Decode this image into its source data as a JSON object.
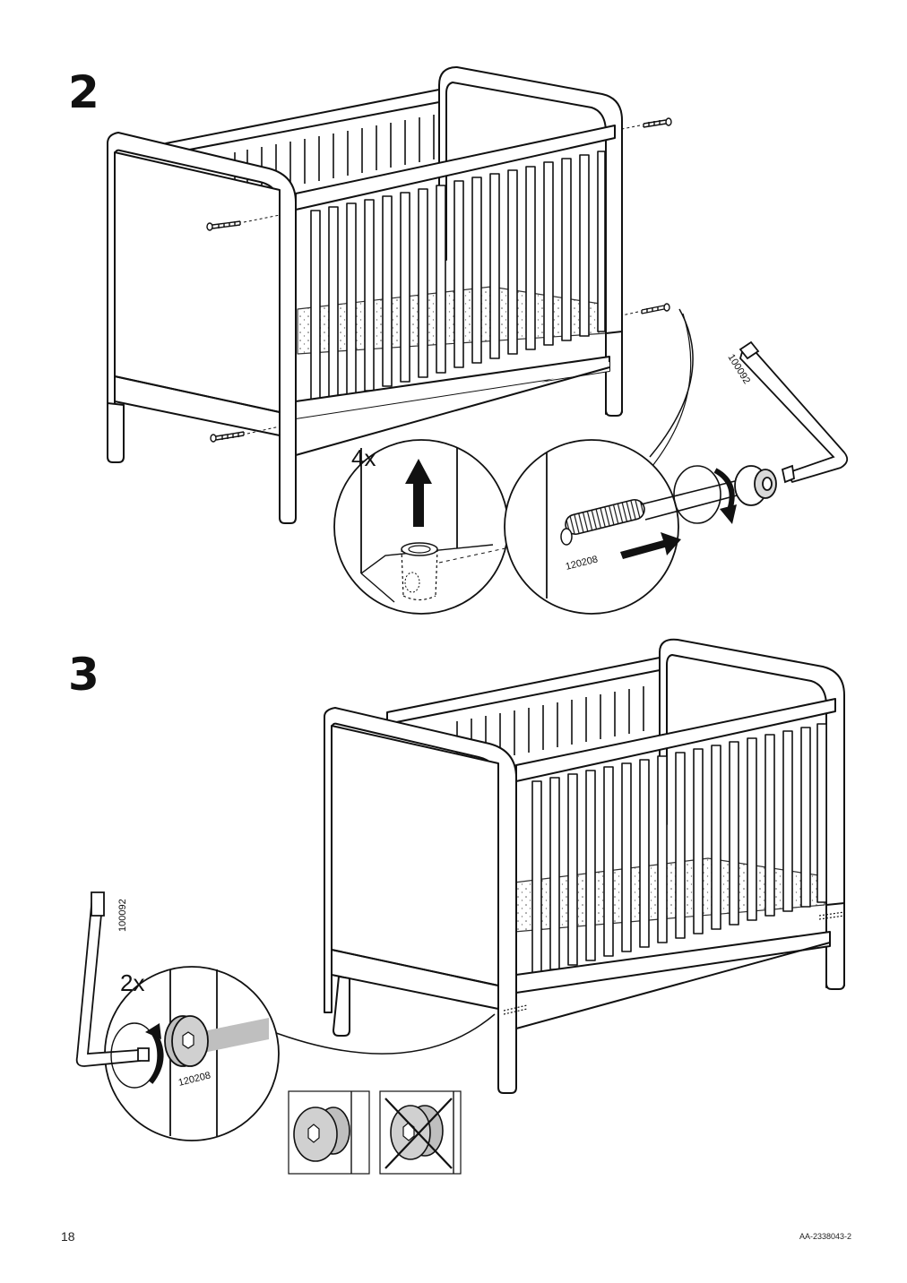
{
  "steps": [
    {
      "number": "2",
      "multiplier": "4x",
      "part_numbers": {
        "bolt": "120208",
        "allen_key": "100092"
      }
    },
    {
      "number": "3",
      "multiplier": "2x",
      "part_numbers": {
        "bolt": "120208",
        "allen_key": "100092"
      },
      "correct_example": "correct-fitting",
      "wrong_example": "incorrect-fitting"
    }
  ],
  "footer": {
    "page_number": "18",
    "doc_code": "AA-2338043-2"
  },
  "colors": {
    "line": "#111111",
    "gray_part": "#bfbfbf",
    "arrow": "#111111"
  }
}
